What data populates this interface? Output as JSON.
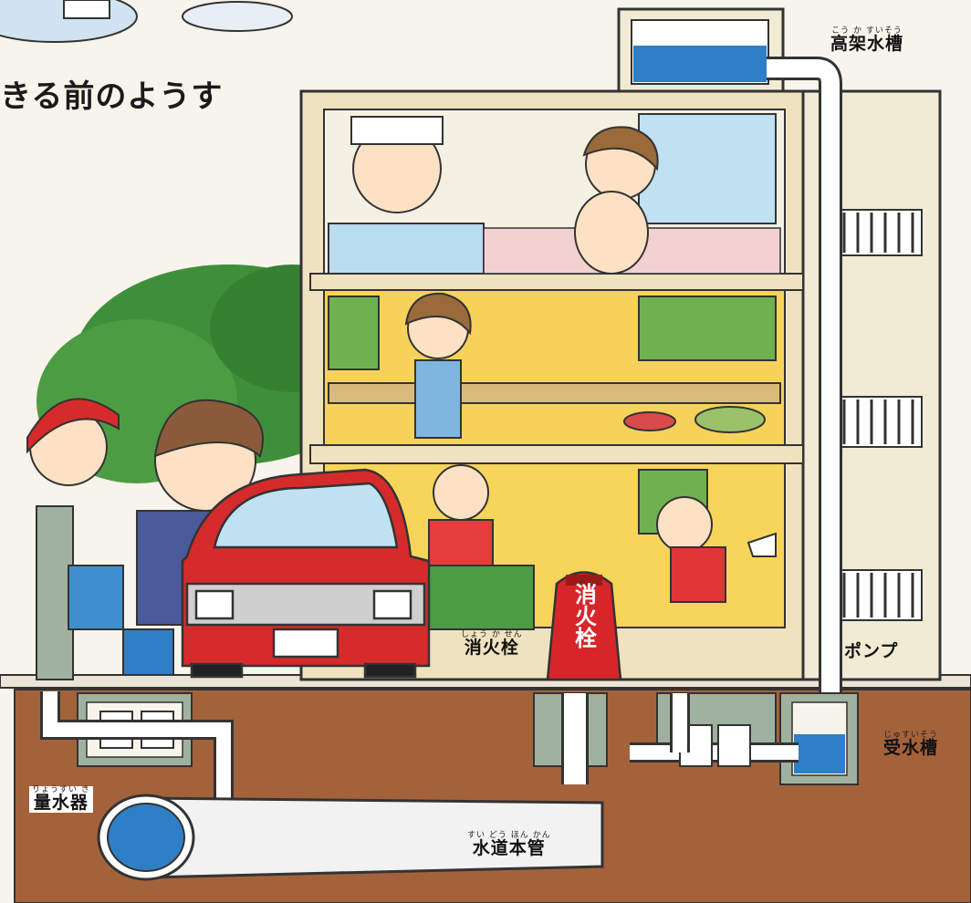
{
  "title": "きる前のようす",
  "labels": {
    "elevated_tank": {
      "ruby": "こう か すいそう",
      "text": "高架水槽"
    },
    "pump": {
      "text": "ポンプ"
    },
    "fire_hydrant": {
      "ruby": "しょう か せん",
      "text": "消火栓"
    },
    "hydrant_sign": {
      "text": "消火栓"
    },
    "receiving_tank": {
      "ruby": "じゅすいそう",
      "text": "受水槽"
    },
    "water_meter": {
      "ruby": "りょうすい き",
      "text": "量水器"
    },
    "water_main": {
      "ruby": "すい どう ほん かん",
      "text": "水道本管"
    }
  },
  "colors": {
    "soil": "#a4623a",
    "pipe": "#ffffff",
    "water": "#2f7fc6",
    "wall": "#f3e7c5",
    "hydrant": "#d8252a",
    "car": "#d62b2b",
    "tree": "#3f8f3a"
  }
}
